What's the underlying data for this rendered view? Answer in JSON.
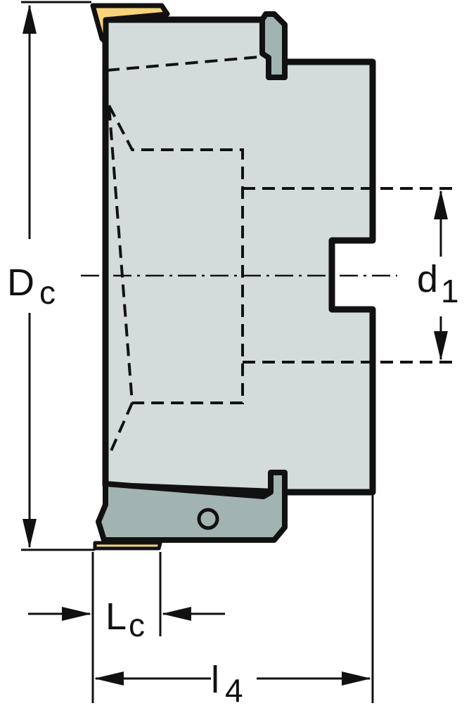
{
  "labels": {
    "dc": {
      "main": "D",
      "sub": "c"
    },
    "d1": {
      "main": "d",
      "sub": "1"
    },
    "lc": {
      "main": "L",
      "sub": "c"
    },
    "l4": {
      "main": "l",
      "sub": "4"
    }
  },
  "colors": {
    "body": "#d3dcda",
    "clamp": "#a2b4b2",
    "insert": "#f7d47a",
    "line": "#111111"
  }
}
